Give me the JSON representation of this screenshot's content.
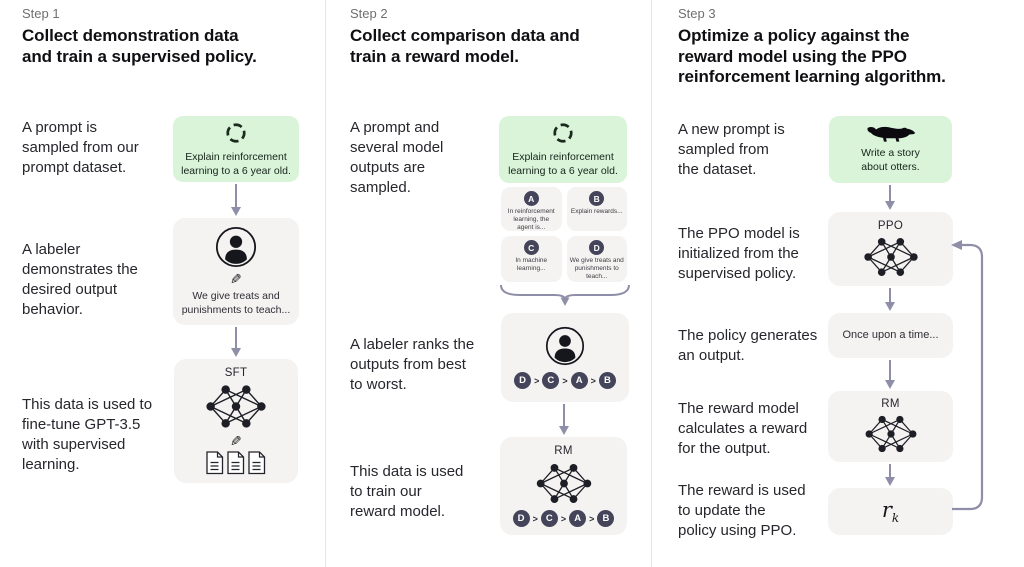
{
  "colors": {
    "green_box": "#d9f4d9",
    "gray_box": "#f4f3f1",
    "arrow": "#8f8ea8",
    "dark_circle": "#44455a",
    "divider": "#e7e7e4"
  },
  "icons": {
    "pencil_glyph": "✎"
  },
  "columns": [
    {
      "step_label": "Step 1",
      "title": "Collect demonstration data\nand train a supervised policy.",
      "prompt_text": "A prompt is\nsampled from our\nprompt dataset.",
      "prompt_box": {
        "icon": "cycle-icon",
        "caption": "Explain reinforcement\nlearning to a 6 year old."
      },
      "labeler_text": "A labeler\ndemonstrates the\ndesired output\nbehavior.",
      "labeler_box": {
        "icon": "person-icon",
        "caption": "We give treats and\npunishments to teach..."
      },
      "train_text": "This data is used to\nfine-tune GPT-3.5\nwith supervised\nlearning.",
      "model_box": {
        "label": "SFT",
        "icons": [
          "network-icon",
          "pencil-icon",
          "documents-icon"
        ]
      }
    },
    {
      "step_label": "Step 2",
      "title": "Collect comparison data and\ntrain a reward model.",
      "prompt_text": "A prompt and\nseveral model\noutputs are\nsampled.",
      "prompt_box": {
        "icon": "cycle-icon",
        "caption": "Explain reinforcement\nlearning to a 6 year old."
      },
      "options": [
        {
          "letter": "A",
          "text": "In reinforcement\nlearning, the\nagent is..."
        },
        {
          "letter": "B",
          "text": "Explain rewards..."
        },
        {
          "letter": "C",
          "text": "In machine\nlearning..."
        },
        {
          "letter": "D",
          "text": "We give treats and\npunishments to\nteach..."
        }
      ],
      "rank_text": "A labeler ranks the\noutputs from best\nto worst.",
      "ranking": [
        "D",
        "C",
        "A",
        "B"
      ],
      "rank_separator": ">",
      "train_text": "This data is used\nto train our\nreward model.",
      "model_box": {
        "label": "RM",
        "icon": "network-icon"
      }
    },
    {
      "step_label": "Step 3",
      "title": "Optimize a policy against the\nreward model using the PPO\nreinforcement learning algorithm.",
      "prompt_text": "A new prompt is\nsampled from\nthe dataset.",
      "prompt_box": {
        "icon": "otter-icon",
        "caption": "Write a story\nabout otters."
      },
      "ppo_text": "The PPO model is\ninitialized from the\nsupervised policy.",
      "ppo_box": {
        "label": "PPO",
        "icon": "network-icon"
      },
      "output_text": "The policy generates\nan output.",
      "output_box": {
        "caption": "Once upon a time..."
      },
      "rm_text": "The reward model\ncalculates a reward\nfor the output.",
      "rm_box": {
        "label": "RM",
        "icon": "network-icon"
      },
      "reward_text": "The reward is used\nto update the\npolicy using PPO.",
      "reward_box": {
        "base": "r",
        "sub": "k"
      }
    }
  ]
}
